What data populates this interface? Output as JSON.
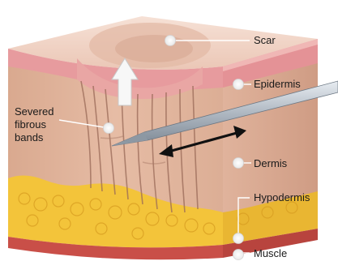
{
  "labels": {
    "scar": "Scar",
    "epidermis": "Epidermis",
    "severed_line1": "Severed",
    "severed_line2": "fibrous",
    "severed_line3": "bands",
    "dermis": "Dermis",
    "hypodermis": "Hypodermis",
    "muscle": "Muscle"
  },
  "colors": {
    "top_surface": "#f1d6c8",
    "epidermis_band": "#e7a0a1",
    "dermis": "#e2b8a0",
    "dermis_side": "#d8a78f",
    "fat": "#f2c43c",
    "muscle": "#c9514a",
    "needle": "#b9c2cc",
    "arrow_black": "#111111",
    "arrow_white": "#f7f7f7",
    "marker": "#f5f5f5"
  },
  "icons": {
    "pointer_dot": "marker-dot",
    "needle": "subcision-needle",
    "up_arrow": "elevation-arrow",
    "double_arrow": "sweeping-motion-arrow"
  }
}
